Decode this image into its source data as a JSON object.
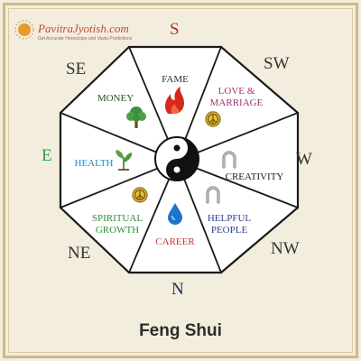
{
  "brand": {
    "name": "PavitraJyotish.com",
    "tagline": "Get Accurate Horoscope and Vastu Predictions"
  },
  "directions": {
    "s": "S",
    "sw": "SW",
    "w": "W",
    "nw": "NW",
    "n": "N",
    "ne": "NE",
    "e": "E",
    "se": "SE"
  },
  "sectors": {
    "fame": "FAME",
    "love_line1": "LOVE &",
    "love_line2": "MARRIAGE",
    "creativity": "CREATIVITY",
    "helpful_line1": "HELPFUL",
    "helpful_line2": "PEOPLE",
    "career": "CAREER",
    "spiritual_line1": "SPIRITUAL",
    "spiritual_line2": "GROWTH",
    "health": "HEALTH",
    "money": "MONEY"
  },
  "icons": {
    "fame": "fire-icon",
    "love": "peace-icon",
    "creativity": "horseshoe-icon",
    "helpful": "horseshoe-icon",
    "career": "water-drop-icon",
    "spiritual": "peace-icon",
    "health": "plant-icon",
    "money": "tree-icon",
    "center": "yin-yang-icon"
  },
  "colors": {
    "fame": "#2e2e2e",
    "love": "#a2336f",
    "creativity": "#1f1f1f",
    "helpful": "#2e3f8f",
    "career": "#c03a2a",
    "spiritual": "#2f8f3a",
    "health": "#1e88c8",
    "money": "#2b4d2b"
  },
  "footer": {
    "title": "Feng Shui"
  }
}
